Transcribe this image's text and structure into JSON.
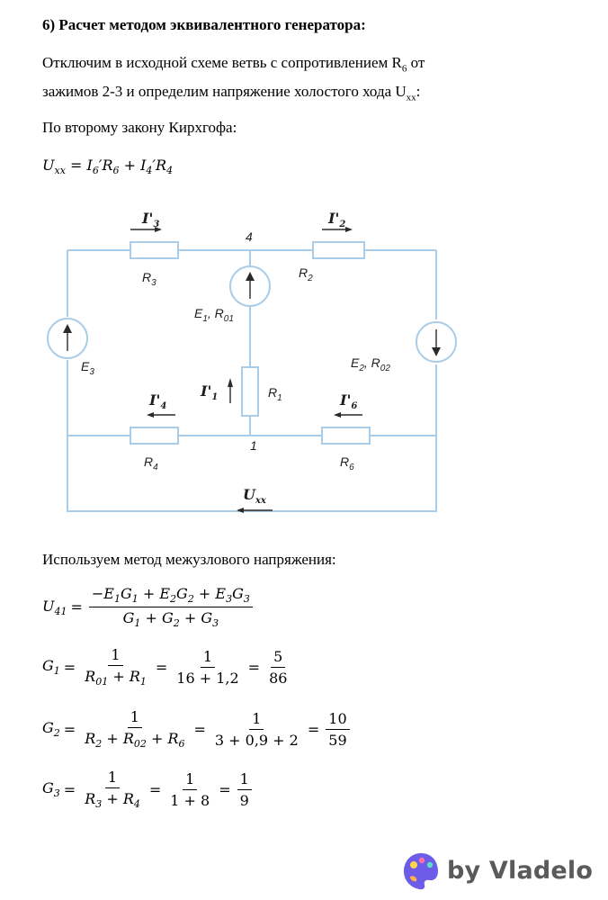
{
  "heading": "6)  Расчет методом эквивалентного генератора:",
  "intro_line1": "Отключим в исходной схеме ветвь с сопротивлением R",
  "intro_line1_sub": "6",
  "intro_line1_end": "  от",
  "intro_line2": "зажимов 2-3 и определим напряжение холостого хода U",
  "intro_line2_sub": "xx",
  "intro_line2_end": ":",
  "kirchhoff_text": "По второму закону Кирхгофа:",
  "method_text": "Используем метод межузлового напряжения:",
  "circuit": {
    "node_top": "4",
    "node_bottom": "1",
    "R3": "R",
    "R3_sub": "3",
    "R2": "R",
    "R2_sub": "2",
    "R1": "R",
    "R1_sub": "1",
    "R4": "R",
    "R4_sub": "4",
    "R6": "R",
    "R6_sub": "6",
    "E1": "E",
    "E1_sub": "1",
    "E1_sep": ", R",
    "R01_sub": "01",
    "E2": "E",
    "E2_sub": "2",
    "E2_sep": ", R",
    "R02_sub": "02",
    "E3": "E",
    "E3_sub": "3",
    "I3": "I'",
    "I3_sub": "3",
    "I2": "I'",
    "I2_sub": "2",
    "I1": "I'",
    "I1_sub": "1",
    "I4": "I'",
    "I4_sub": "4",
    "I6": "I'",
    "I6_sub": "6",
    "Uxx": "U",
    "Uxx_sub": "xx"
  },
  "equations": {
    "uxx": {
      "lhs": "U",
      "lhs_sub": "xx",
      "rhs": [
        "I",
        "6",
        "′R",
        "6",
        " + I",
        "4",
        "′R",
        "4"
      ]
    },
    "u41_lhs": "U",
    "u41_lhs_sub": "41",
    "g1": {
      "num": "1",
      "den": "16 + 1,2",
      "res_num": "5",
      "res_den": "86"
    },
    "g2": {
      "num": "1",
      "den": "3 + 0,9 + 2",
      "res_num": "10",
      "res_den": "59"
    },
    "g3": {
      "num": "1",
      "den": "1 + 8",
      "res_num": "1",
      "res_den": "9"
    }
  },
  "brand": "by Vladelo"
}
